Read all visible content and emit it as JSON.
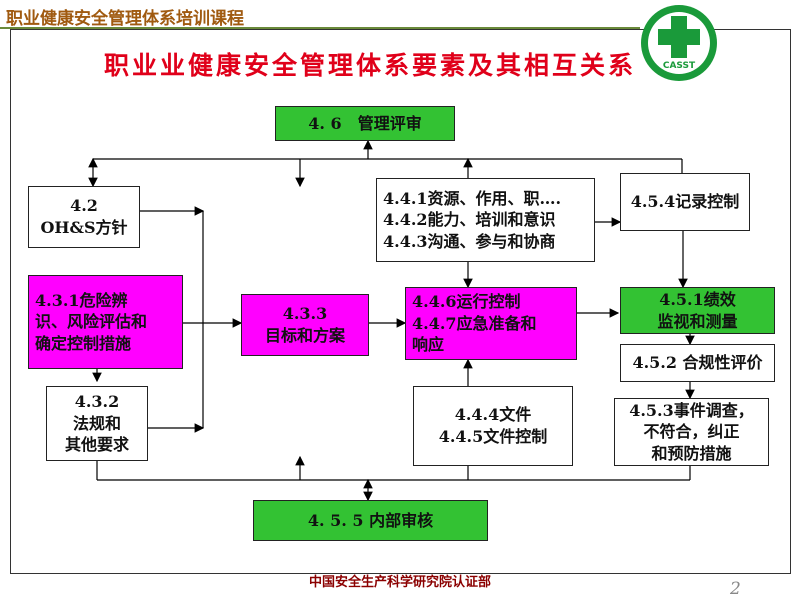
{
  "header": {
    "course_title": "职业健康安全管理体系培训课程",
    "logo_text": "CASST"
  },
  "title": "职业业健康安全管理体系要素及其相互关系",
  "boxes": {
    "mgmt_review": "4. 6　管理评审",
    "policy": "4.2\nOH&S方针",
    "hazard": "4.3.1危险辨\n识、风险评估和\n确定控制措施",
    "objectives": "4.3.3\n目标和方案",
    "resources": "4.4.1资源、作用、职….\n4.4.2能力、培训和意识\n4.4.3沟通、参与和协商",
    "records": "4.5.4记录控制",
    "operation": "4.4.6运行控制\n4.4.7应急准备和\n响应",
    "monitoring": "4.5.1绩效\n监视和测量",
    "legal": "4.3.2\n法规和\n其他要求",
    "documents": "4.4.4文件\n4.4.5文件控制",
    "compliance": "4.5.2 合规性评价",
    "incident": "4.5.3事件调查，\n不符合，纠正\n和预防措施",
    "audit": "4. 5. 5  内部审核"
  },
  "footer": "中国安全生产科学研究院认证部",
  "page_number": "2",
  "colors": {
    "green_box": "#33c233",
    "magenta_box": "#ff00ff",
    "title_red": "#e0001a",
    "header_brown": "#a05a10",
    "footer_red": "#8b0000",
    "logo_green": "#1a9a3a"
  }
}
